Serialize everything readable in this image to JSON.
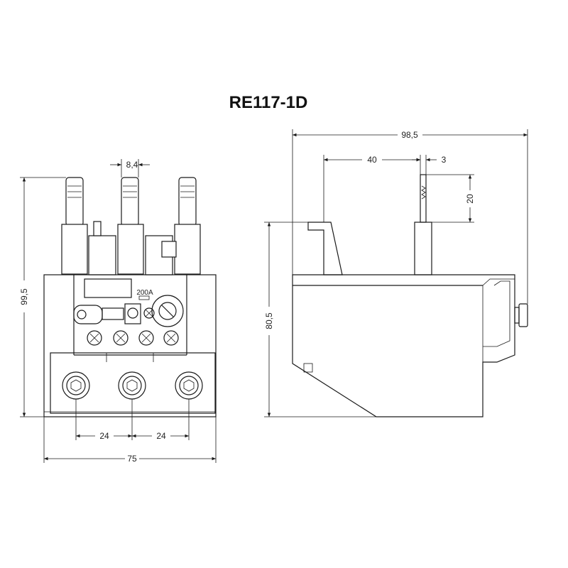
{
  "title": "RE117-1D",
  "front_view": {
    "dim_total_height": "99,5",
    "dim_terminal_pitch": "8,4",
    "dim_spacing_left": "24",
    "dim_spacing_right": "24",
    "dim_total_width": "75",
    "current_label": "200A"
  },
  "side_view": {
    "dim_total_depth": "98,5",
    "dim_terminal_offset": "40",
    "dim_terminal_width": "3",
    "dim_terminal_length": "20",
    "dim_body_height": "80,5"
  }
}
